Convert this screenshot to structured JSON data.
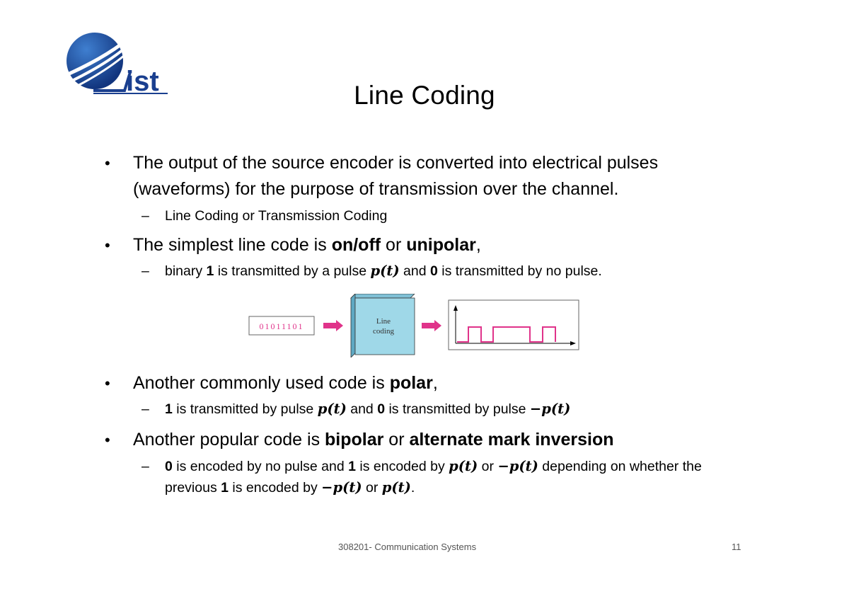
{
  "logo": {
    "text": "ist",
    "colors": {
      "primary": "#1a3f8f",
      "accent": "#2a8fd6"
    }
  },
  "slide": {
    "title": "Line Coding",
    "bullets": [
      {
        "text": "The output of the source encoder is converted into electrical pulses (waveforms) for the purpose of transmission over the channel.",
        "sub": [
          {
            "text": "Line Coding or Transmission Coding"
          }
        ]
      },
      {
        "parts": {
          "a": "The simplest line code is ",
          "b1": "on/off",
          "c": " or ",
          "b2": "unipolar",
          "d": ","
        },
        "sub": [
          {
            "parts": {
              "a": "binary ",
              "b1": "1",
              "c": " is transmitted by a pulse ",
              "m1": "p(t)",
              "d": " and ",
              "b2": "0",
              "e": " is transmitted by no pulse."
            }
          }
        ]
      },
      {
        "parts": {
          "a": "Another commonly used code is ",
          "b1": "polar",
          "c": ","
        },
        "sub": [
          {
            "parts": {
              "b1": "1",
              "a": " is transmitted by pulse ",
              "m1": "p(t)",
              "c": " and ",
              "b2": "0",
              "d": " is transmitted by pulse ",
              "m2": "−p(t)"
            }
          }
        ]
      },
      {
        "parts": {
          "a": "Another popular code is ",
          "b1": "bipolar",
          "c": " or ",
          "b2": "alternate mark inversion"
        },
        "sub": [
          {
            "parts": {
              "b1": "0",
              "a": " is encoded by no pulse and ",
              "b2": "1",
              "c": " is encoded by ",
              "m1": "p(t)",
              "d": " or ",
              "m2": "−p(t)",
              "e": " depending on whether the previous ",
              "b3": "1",
              "f": " is encoded by ",
              "m3": "−p(t)",
              "g": " or ",
              "m4": "p(t)",
              "h": "."
            }
          }
        ]
      }
    ],
    "figure": {
      "bits": "01011101",
      "box_label_line1": "Line",
      "box_label_line2": "coding",
      "colors": {
        "pink": "#e0338a",
        "box": "#9fd8e8"
      }
    }
  },
  "footer": {
    "course": "308201- Communication Systems",
    "page": "11"
  }
}
